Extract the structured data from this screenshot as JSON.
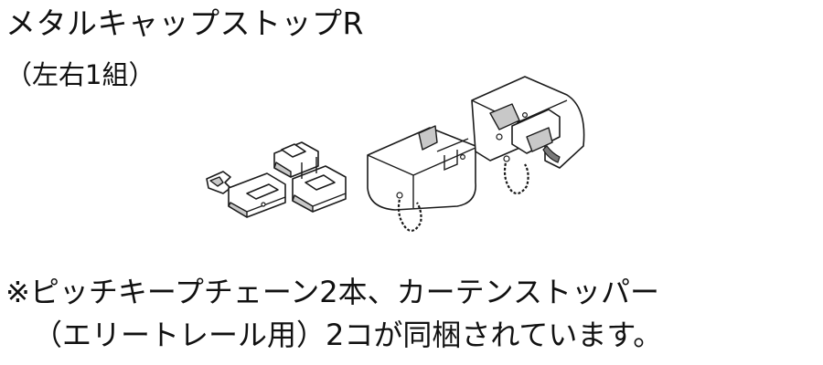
{
  "product": {
    "title": "メタルキャップストップR",
    "subtitle": "（左右1組）"
  },
  "note": {
    "line1": "※ピッチキープチェーン2本、カーテンストッパー",
    "line2": "（エリートレール用）2コが同梱されています。"
  }
}
